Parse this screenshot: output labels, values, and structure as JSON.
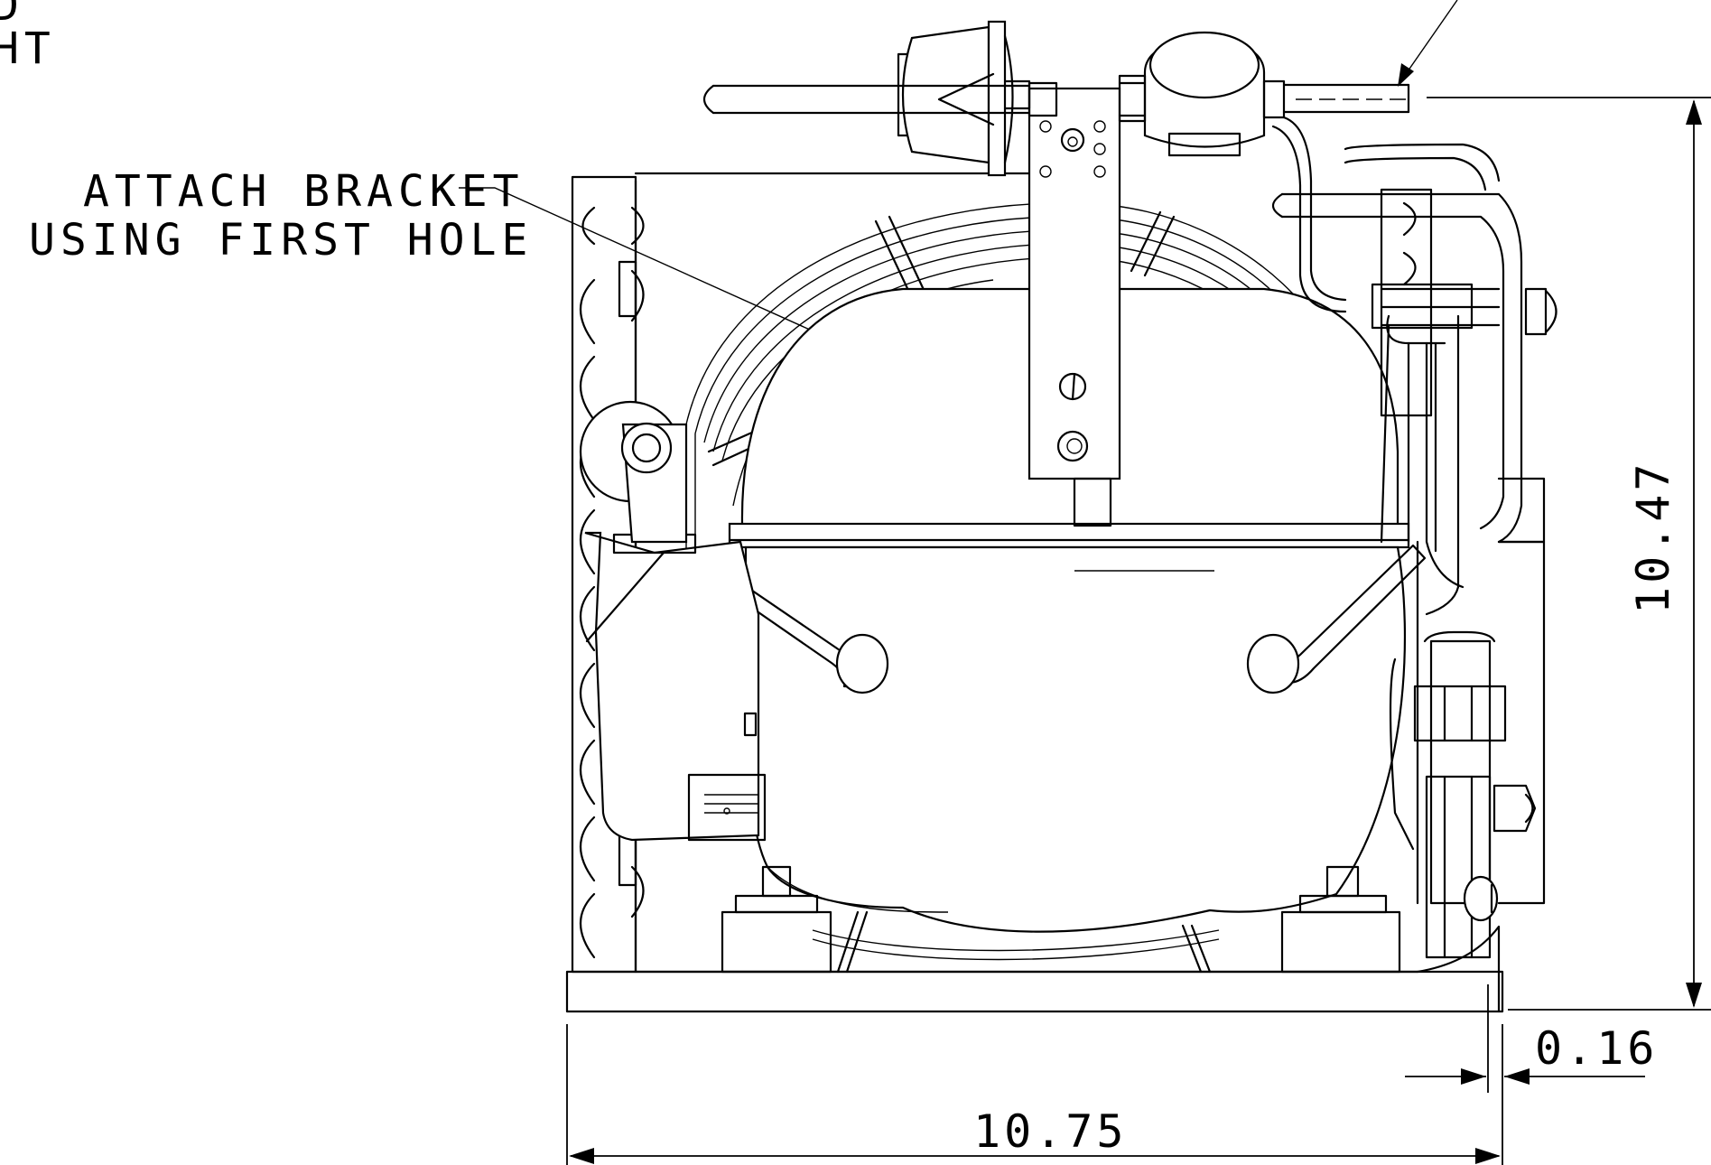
{
  "annotations": {
    "attach_bracket_line1": "ATTACH BRACKET",
    "attach_bracket_line2": "USING FIRST HOLE",
    "cropped_left_line1": "D",
    "cropped_left_line2": "HT"
  },
  "dimensions": {
    "height": "10.47",
    "width": "10.75",
    "offset": "0.16"
  }
}
